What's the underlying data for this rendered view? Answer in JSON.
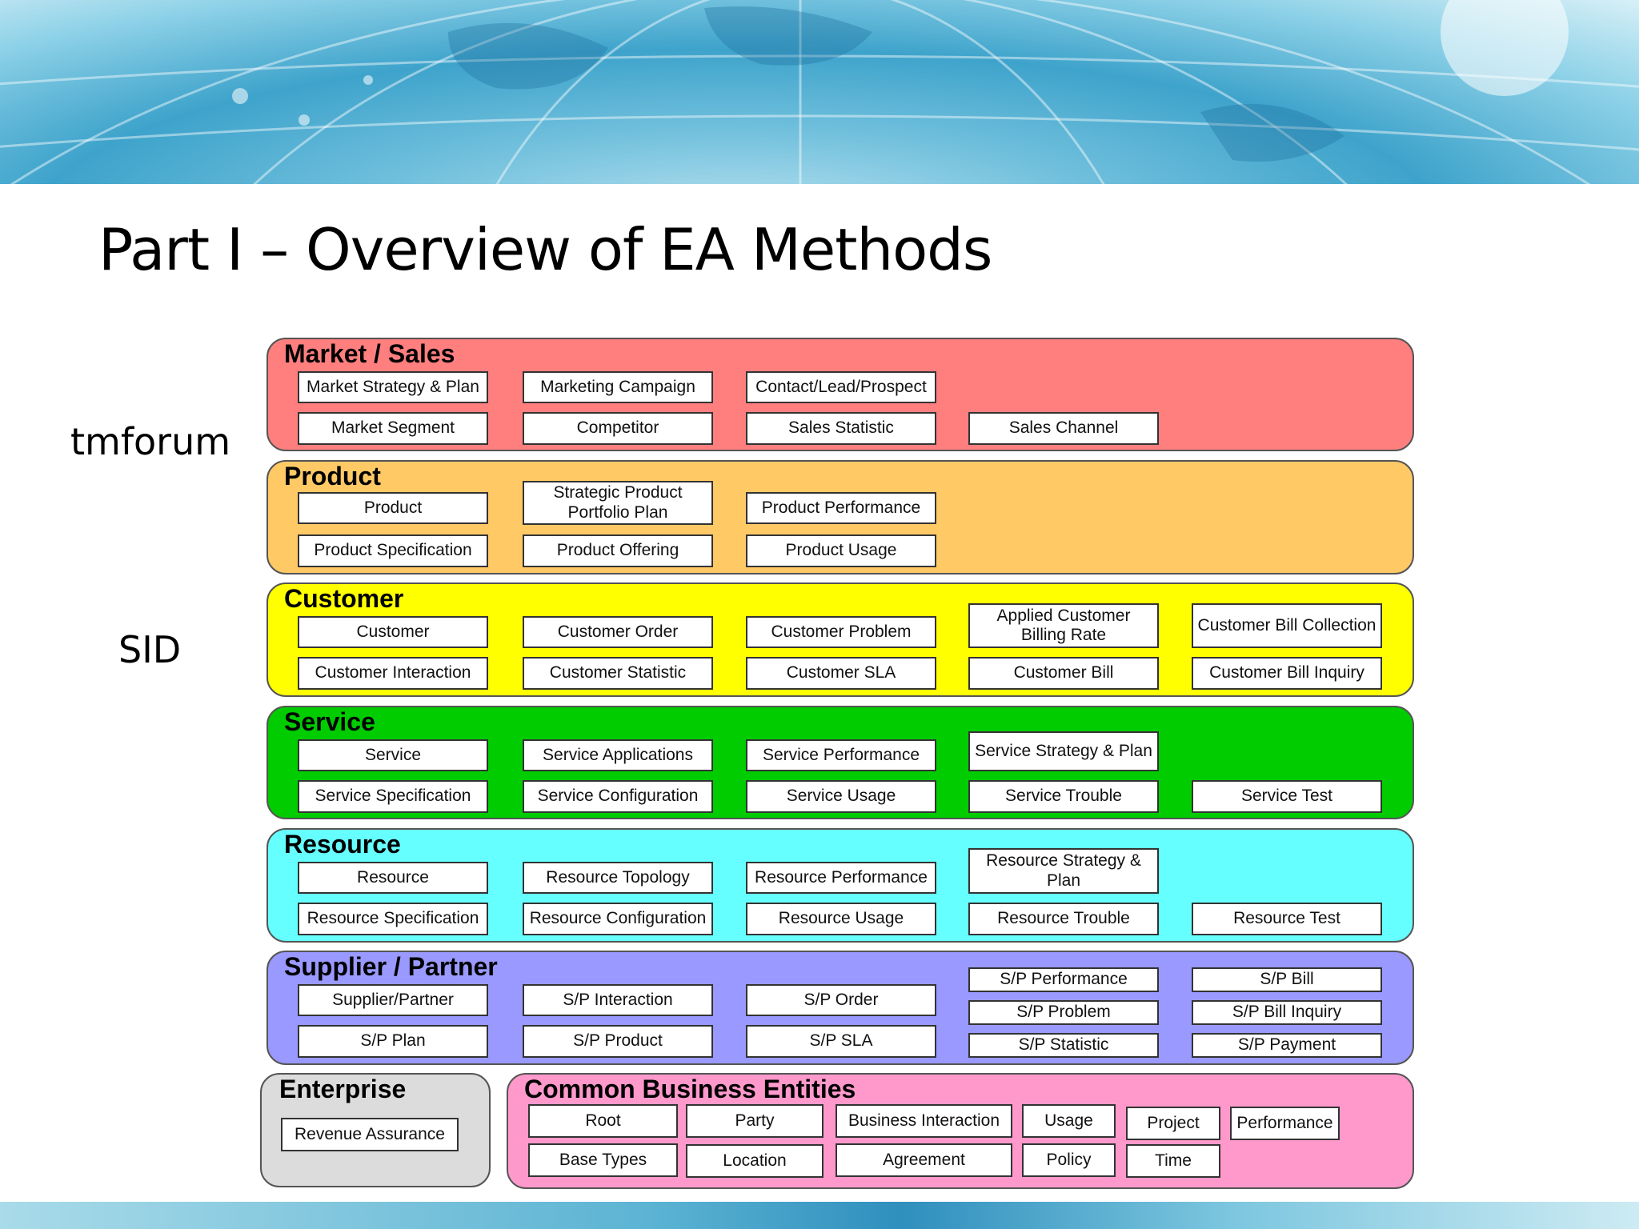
{
  "slide": {
    "title": "Part I – Overview of EA Methods",
    "side_labels": {
      "tmforum": "tmforum",
      "sid": "SID"
    }
  },
  "colors": {
    "market": "#ff7f7f",
    "product": "#ffc966",
    "customer": "#ffff00",
    "service": "#00cc00",
    "resource": "#66ffff",
    "supplier": "#9999ff",
    "enterprise": "#dcdcdc",
    "common": "#ff99cc"
  },
  "domains": {
    "market": {
      "title": "Market / Sales",
      "items": [
        "Market Strategy & Plan",
        "Marketing Campaign",
        "Contact/Lead/Prospect",
        "Market Segment",
        "Competitor",
        "Sales Statistic",
        "Sales Channel"
      ]
    },
    "product": {
      "title": "Product",
      "items": [
        "Product",
        "Strategic Product Portfolio Plan",
        "Product Performance",
        "Product Specification",
        "Product Offering",
        "Product Usage"
      ]
    },
    "customer": {
      "title": "Customer",
      "items": [
        "Customer",
        "Customer Order",
        "Customer Problem",
        "Applied Customer Billing Rate",
        "Customer Bill Collection",
        "Customer Interaction",
        "Customer Statistic",
        "Customer SLA",
        "Customer Bill",
        "Customer Bill Inquiry"
      ]
    },
    "service": {
      "title": "Service",
      "items": [
        "Service",
        "Service Applications",
        "Service Performance",
        "Service Strategy & Plan",
        "Service Specification",
        "Service Configuration",
        "Service Usage",
        "Service Trouble",
        "Service Test"
      ]
    },
    "resource": {
      "title": "Resource",
      "items": [
        "Resource",
        "Resource Topology",
        "Resource Performance",
        "Resource Strategy & Plan",
        "Resource Specification",
        "Resource Configuration",
        "Resource Usage",
        "Resource Trouble",
        "Resource Test"
      ]
    },
    "supplier": {
      "title": "Supplier / Partner",
      "items": [
        "Supplier/Partner",
        "S/P Interaction",
        "S/P Order",
        "S/P Performance",
        "S/P Bill",
        "S/P Problem",
        "S/P Bill Inquiry",
        "S/P Plan",
        "S/P Product",
        "S/P SLA",
        "S/P Statistic",
        "S/P Payment"
      ]
    },
    "enterprise": {
      "title": "Enterprise",
      "items": [
        "Revenue Assurance"
      ]
    },
    "common": {
      "title": "Common Business Entities",
      "items": [
        "Root",
        "Party",
        "Business Interaction",
        "Usage",
        "Project",
        "Performance",
        "Base Types",
        "Location",
        "Agreement",
        "Policy",
        "Time"
      ]
    }
  }
}
